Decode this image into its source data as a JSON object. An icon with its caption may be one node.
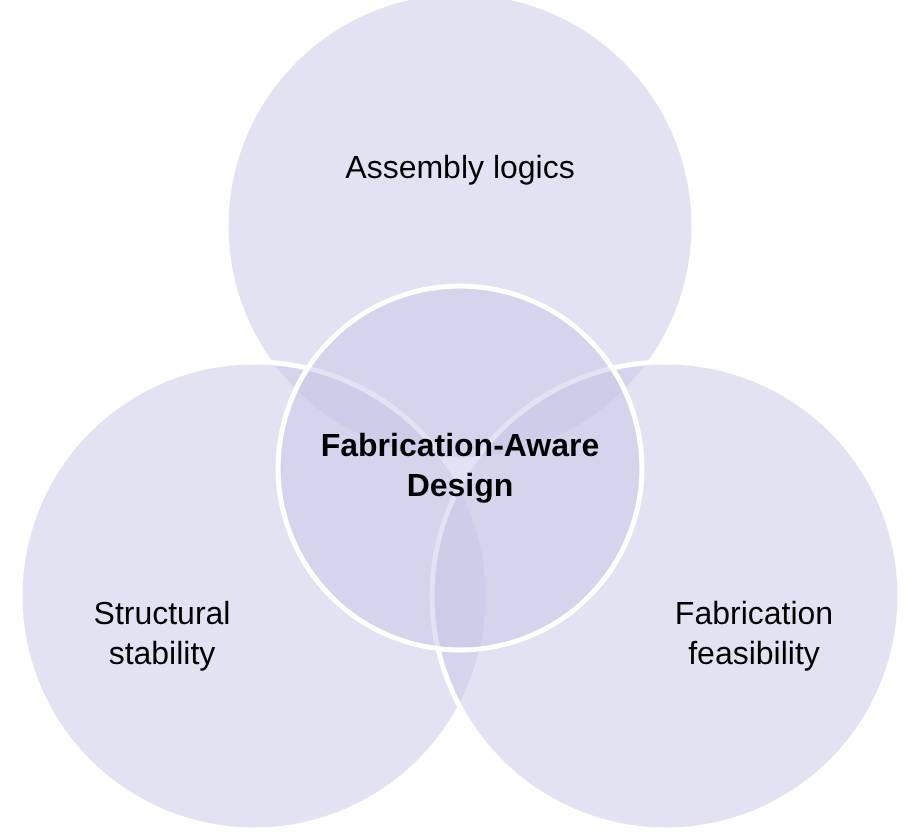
{
  "diagram": {
    "nodes": [
      {
        "text": [
          "Assembly logics"
        ]
      },
      {
        "text": [
          "Structural stability"
        ]
      },
      {
        "text": [
          "Fabrication feasibility"
        ]
      },
      {
        "text": [
          "Fabrication-Aware Design"
        ]
      }
    ]
  }
}
